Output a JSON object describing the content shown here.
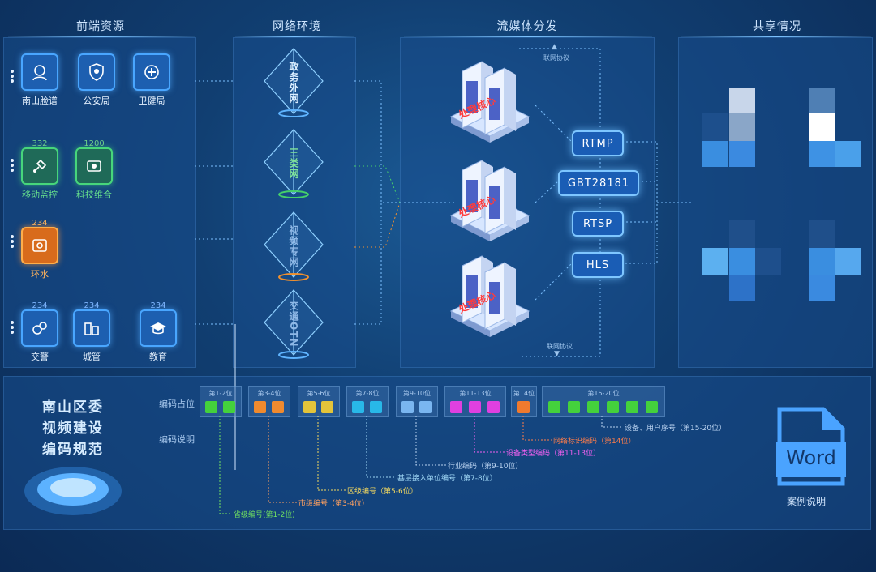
{
  "sections": {
    "frontend": "前端资源",
    "network": "网络环境",
    "streaming": "流媒体分发",
    "sharing": "共享情况"
  },
  "frontend_resources": [
    {
      "label": "南山脸谱",
      "count": "",
      "color": "blue",
      "icon": "face-icon"
    },
    {
      "label": "公安局",
      "count": "",
      "color": "blue",
      "icon": "police-badge-icon"
    },
    {
      "label": "卫健局",
      "count": "",
      "color": "blue",
      "icon": "medical-icon"
    },
    {
      "label": "移动监控",
      "count": "332",
      "color": "green",
      "icon": "satellite-icon"
    },
    {
      "label": "科技维合",
      "count": "1200",
      "color": "green",
      "icon": "tech-icon"
    },
    {
      "label": "环水",
      "count": "234",
      "color": "orange",
      "icon": "water-icon"
    },
    {
      "label": "交警",
      "count": "234",
      "color": "blue",
      "icon": "traffic-icon"
    },
    {
      "label": "城管",
      "count": "234",
      "color": "blue",
      "icon": "city-icon"
    },
    {
      "label": "教育",
      "count": "234",
      "color": "blue",
      "icon": "education-icon"
    }
  ],
  "networks": [
    "政务外网",
    "三类网",
    "视频专网",
    "交通OTN"
  ],
  "servers": [
    {
      "label": "处理核心"
    },
    {
      "label": "处理核心"
    },
    {
      "label": "处理核心"
    }
  ],
  "arrows": {
    "top": "联网协议",
    "bottom": "联网协议"
  },
  "protocols": [
    "RTMP",
    "GBT28181",
    "RTSP",
    "HLS"
  ],
  "encoding": {
    "occupancy_label": "编码占位",
    "desc_label": "编码说明",
    "slots": [
      {
        "label": "第1-2位",
        "color": "#44d13c",
        "n": 2
      },
      {
        "label": "第3-4位",
        "color": "#f08a2e",
        "n": 2
      },
      {
        "label": "第5-6位",
        "color": "#e3c43a",
        "n": 2
      },
      {
        "label": "第7-8位",
        "color": "#28b8e8",
        "n": 2
      },
      {
        "label": "第9-10位",
        "color": "#7ab6f0",
        "n": 2
      },
      {
        "label": "第11-13位",
        "color": "#e040e0",
        "n": 3
      },
      {
        "label": "第14位",
        "color": "#f07a2e",
        "n": 1
      },
      {
        "label": "第15-20位",
        "color": "#44d13c",
        "n": 6
      }
    ],
    "descriptions": [
      {
        "text": "设备、用户序号（第15-20位）",
        "color": "#b9d2f0"
      },
      {
        "text": "网络标识编码（第14位）",
        "color": "#ff7d4a"
      },
      {
        "text": "设备类型编码（第11-13位）",
        "color": "#f060f0"
      },
      {
        "text": "行业编码（第9-10位）",
        "color": "#b9d2f0"
      },
      {
        "text": "基层接入单位编号（第7-8位）",
        "color": "#9fd6f5"
      },
      {
        "text": "区级编号（第5-6位）",
        "color": "#f2d860"
      },
      {
        "text": "市级编号（第3-4位）",
        "color": "#ffa060"
      },
      {
        "text": "省级编号(第1-2位)",
        "color": "#70e060"
      }
    ]
  },
  "spec_title": [
    "南山区委",
    "视频建设",
    "编码规范"
  ],
  "word": {
    "icon_text": "Word",
    "caption": "案例说明"
  }
}
